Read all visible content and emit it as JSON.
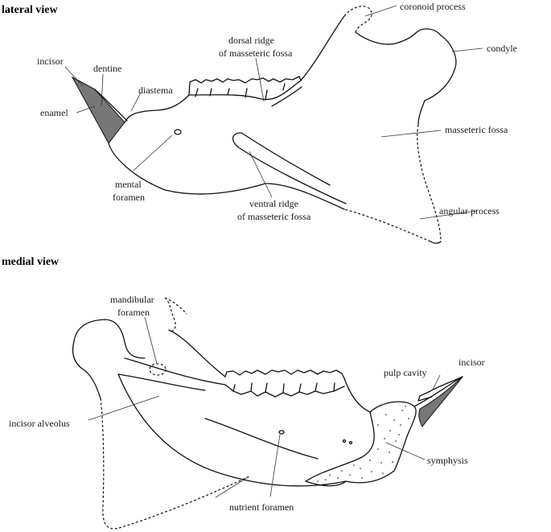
{
  "headings": {
    "lateral": "lateral view",
    "medial": "medial view"
  },
  "lateral_labels": {
    "coronoid": "coronoid process",
    "condyle": "condyle",
    "dorsal_ridge_1": "dorsal ridge",
    "dorsal_ridge_2": "of masseteric fossa",
    "incisor": "incisor",
    "dentine": "dentine",
    "diastema": "diastema",
    "enamel": "enamel",
    "masseteric_fossa": "masseteric fossa",
    "mental_1": "mental",
    "mental_2": "foramen",
    "ventral_ridge_1": "ventral ridge",
    "ventral_ridge_2": "of masseteric fossa",
    "angular": "angular process"
  },
  "medial_labels": {
    "mandibular_1": "mandibular",
    "mandibular_2": "foramen",
    "incisor": "incisor",
    "pulp": "pulp cavity",
    "alveolus": "incisor alveolus",
    "symphysis": "symphysis",
    "nutrient": "nutrient foramen"
  }
}
